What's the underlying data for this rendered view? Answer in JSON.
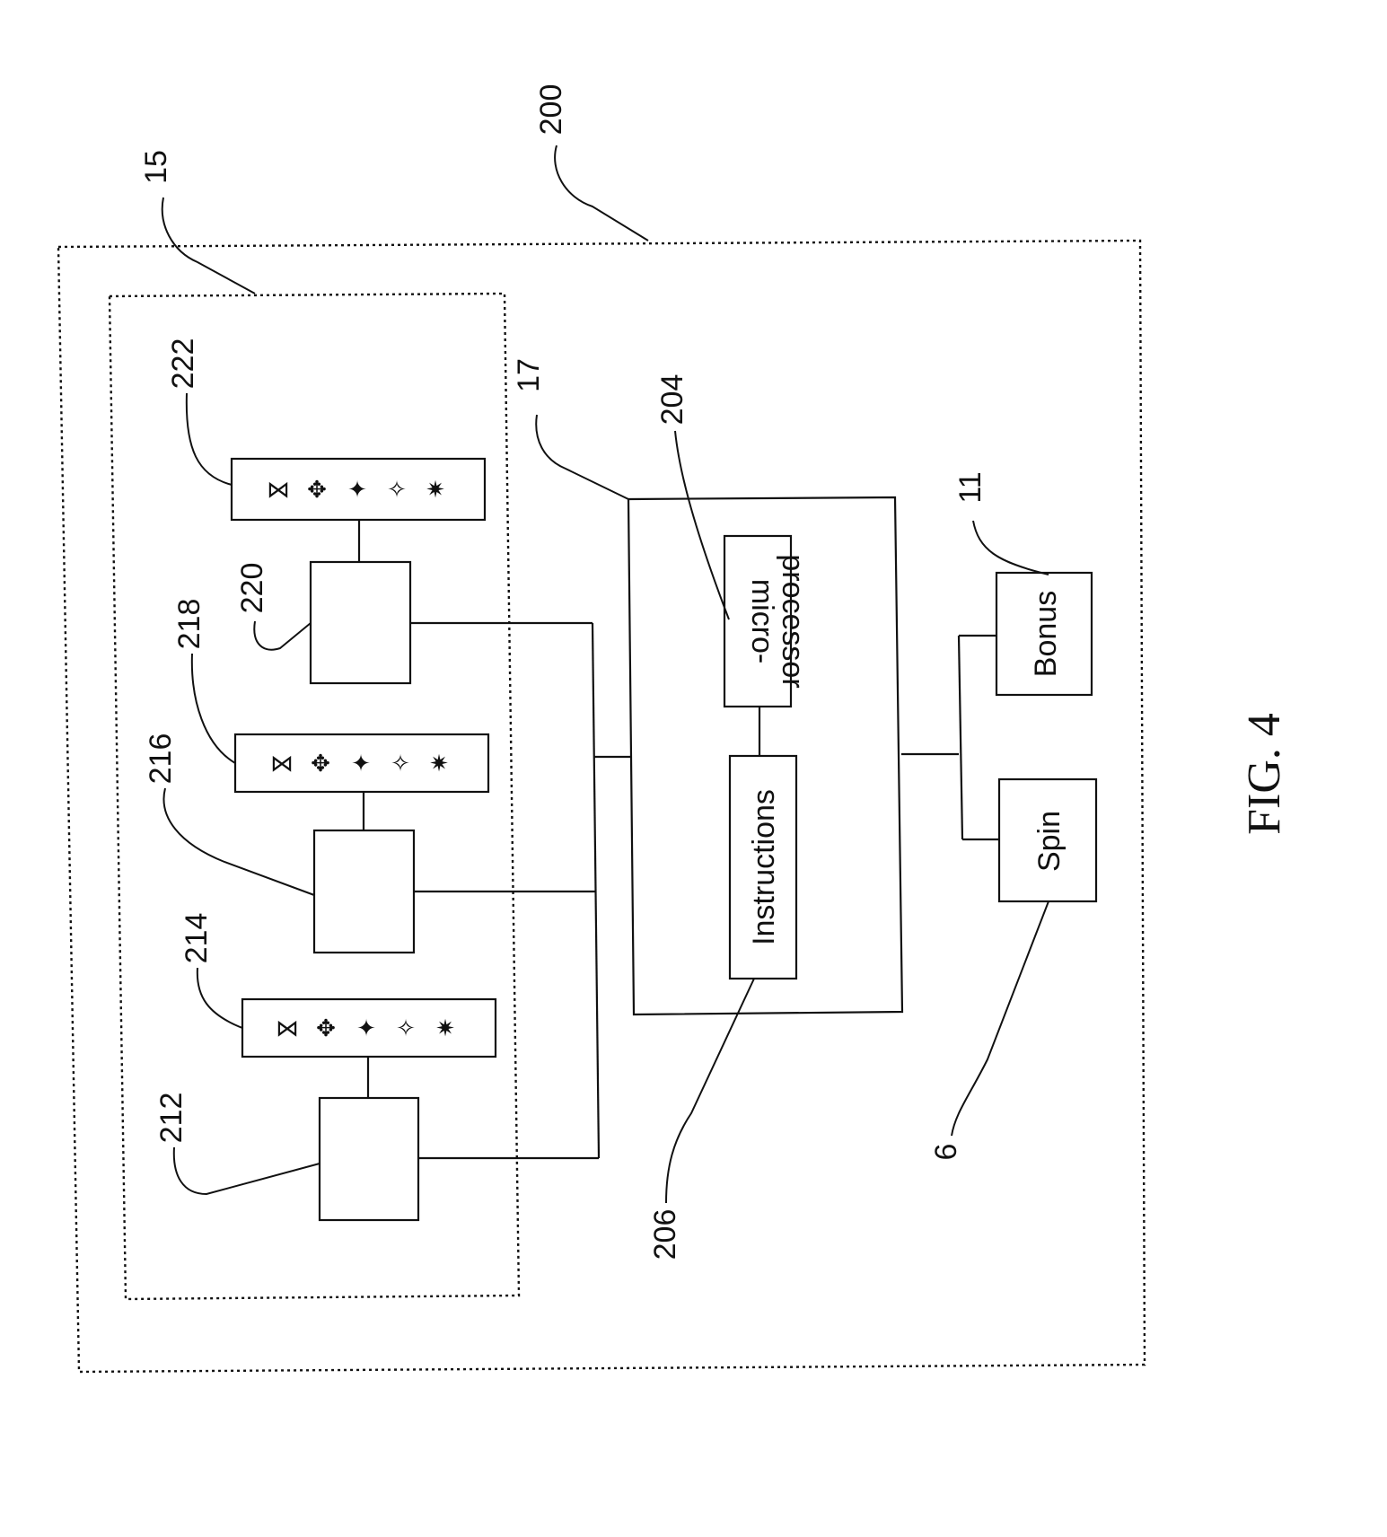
{
  "figure_label": "FIG. 4",
  "refs": {
    "system": "200",
    "display_group": "15",
    "controller": "17",
    "microprocessor": "204",
    "instructions": "206",
    "bonus": "11",
    "spin": "6",
    "display_1": "212",
    "reel_1": "214",
    "display_2": "216",
    "reel_2": "218",
    "display_3": "220",
    "reel_3": "222"
  },
  "blocks": {
    "microprocessor_line1": "micro-",
    "microprocessor_line2": "processor",
    "instructions": "Instructions",
    "bonus": "Bonus",
    "spin": "Spin"
  },
  "reel_symbols": [
    "⋈",
    "✥",
    "✦",
    "✧",
    "✷"
  ]
}
